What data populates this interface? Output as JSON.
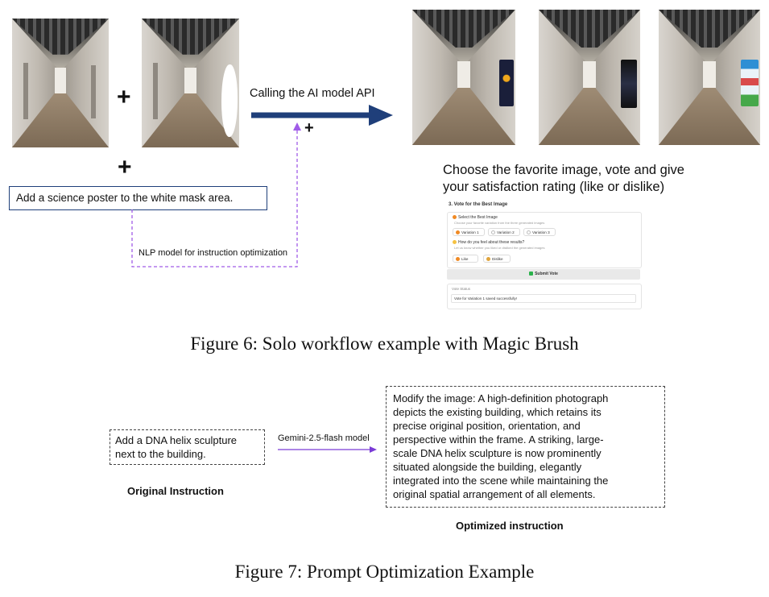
{
  "figure6": {
    "plus_1": "+",
    "plus_2": "+",
    "plus_3": "+",
    "instruction": "Add a science poster to the white mask area.",
    "api_label": "Calling the AI model API",
    "nlp_label": "NLP model for instruction optimization",
    "choose_text_line1": "Choose the favorite image, vote and give",
    "choose_text_line2": "your satisfaction rating (like or dislike)",
    "vote_ui": {
      "section_title": "3. Vote for the Best Image",
      "select_label": "Select the Best Image",
      "select_hint": "Choose your favorite variation from the three generated images",
      "variations": [
        "Variation 1",
        "Variation 2",
        "Variation 3"
      ],
      "feel_label": "How do you feel about these results?",
      "feel_hint": "Let us know whether you liked or disliked the generated images",
      "like_label": "Like",
      "dislike_label": "Dislike",
      "submit_label": "Submit Vote",
      "status_label": "Vote Status",
      "status_value": "Vote for Variation 1 saved successfully!"
    },
    "caption": "Figure 6: Solo workflow example with Magic Brush"
  },
  "figure7": {
    "original_text": "Add a DNA helix sculpture next to the building.",
    "original_line1": "Add a DNA helix sculpture",
    "original_line2": "next to the building.",
    "model_label": "Gemini-2.5-flash model",
    "optimized_lines": [
      "Modify the image: A high-definition photograph",
      "depicts the existing building, which retains its",
      "precise original position, orientation, and",
      "perspective within the frame. A striking, large-",
      "scale DNA helix sculpture is now prominently",
      "situated alongside the building, elegantly",
      "integrated into the scene while maintaining the",
      "original spatial arrangement of all elements."
    ],
    "original_title": "Original Instruction",
    "optimized_title": "Optimized instruction",
    "caption": "Figure 7: Prompt Optimization Example"
  },
  "colors": {
    "arrow_blue": "#1f3f7a",
    "dashed_purple": "#a05ce8",
    "solid_purple": "#7a3bd6",
    "orange_accent": "#f08a24"
  }
}
